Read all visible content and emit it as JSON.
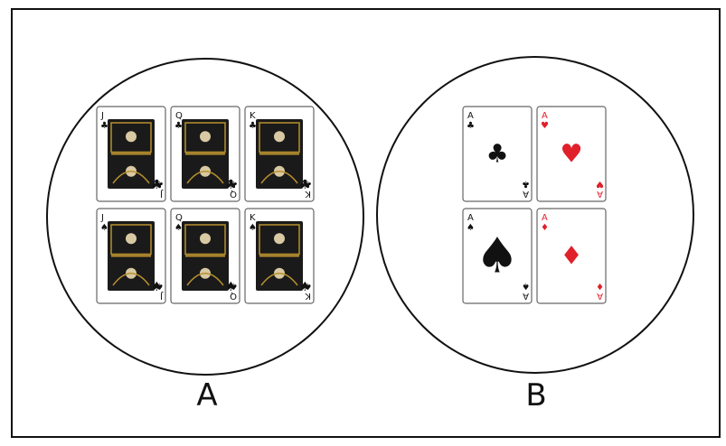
{
  "sets": [
    {
      "label": "A",
      "cards": [
        {
          "rank": "J",
          "suit": "clubs",
          "kind": "face"
        },
        {
          "rank": "Q",
          "suit": "clubs",
          "kind": "face"
        },
        {
          "rank": "K",
          "suit": "clubs",
          "kind": "face"
        },
        {
          "rank": "J",
          "suit": "spades",
          "kind": "face"
        },
        {
          "rank": "Q",
          "suit": "spades",
          "kind": "face"
        },
        {
          "rank": "K",
          "suit": "spades",
          "kind": "face"
        }
      ]
    },
    {
      "label": "B",
      "cards": [
        {
          "rank": "A",
          "suit": "clubs",
          "kind": "ace"
        },
        {
          "rank": "A",
          "suit": "hearts",
          "kind": "ace"
        },
        {
          "rank": "A",
          "suit": "spades",
          "kind": "ace"
        },
        {
          "rank": "A",
          "suit": "diamonds",
          "kind": "ace"
        }
      ]
    }
  ],
  "colors": {
    "black_suit": "#111111",
    "red_suit": "#e0202a",
    "face_gold": "#b8902e",
    "face_dark": "#1a1a1a",
    "card_border": "#666666"
  }
}
